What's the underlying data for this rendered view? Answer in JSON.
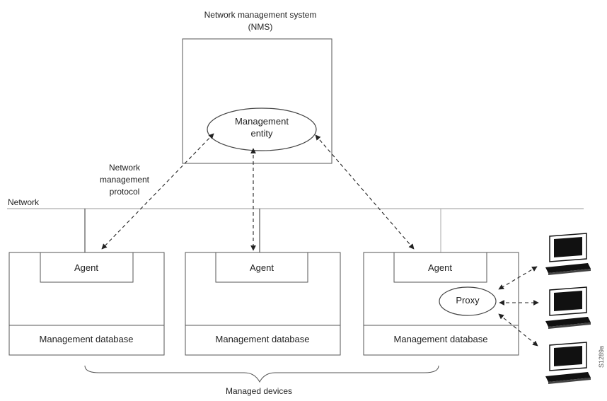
{
  "nms": {
    "title_line1": "Network management system",
    "title_line2": "(NMS)",
    "entity_line1": "Management",
    "entity_line2": "entity"
  },
  "protocol_label": {
    "line1": "Network",
    "line2": "management",
    "line3": "protocol"
  },
  "network_label": "Network",
  "devices": [
    {
      "agent": "Agent",
      "database": "Management database"
    },
    {
      "agent": "Agent",
      "database": "Management database"
    },
    {
      "agent": "Agent",
      "database": "Management database",
      "proxy": "Proxy"
    }
  ],
  "managed_devices_label": "Managed devices",
  "figure_id": "S1289a",
  "icons": [
    "computer-terminal-icon",
    "computer-terminal-icon",
    "computer-terminal-icon"
  ]
}
